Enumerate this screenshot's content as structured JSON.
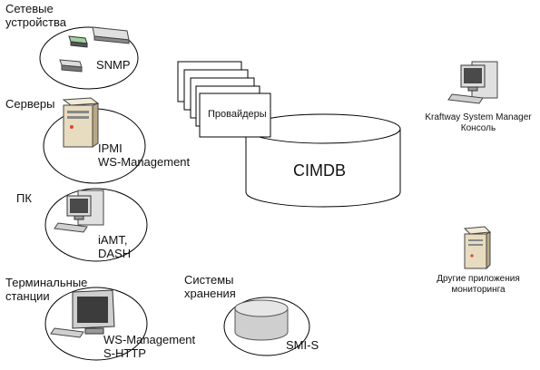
{
  "groups": {
    "network": {
      "title_l1": "Сетевые",
      "title_l2": "устройства",
      "protocol": "SNMP"
    },
    "servers": {
      "title": "Серверы",
      "protocol_l1": "IPMI",
      "protocol_l2": "WS-Management"
    },
    "pc": {
      "title": "ПК",
      "protocol_l1": "iAMT,",
      "protocol_l2": "DASH"
    },
    "terminals": {
      "title_l1": "Терминальные",
      "title_l2": "станции",
      "protocol_l1": "WS-Management",
      "protocol_l2": "S-HTTP"
    },
    "storage": {
      "title_l1": "Системы",
      "title_l2": "хранения",
      "protocol": "SMI-S"
    }
  },
  "center": {
    "providers_label": "Провайдеры",
    "db_label": "CIMDB"
  },
  "right": {
    "console_l1": "Kraftway System Manager",
    "console_l2": "Консоль",
    "other_l1": "Другие приложения",
    "other_l2": "мониторинга"
  },
  "colors": {
    "line": "#000000",
    "device_light": "#d9d9d9",
    "device_dark": "#6f6f6f",
    "server_beige": "#e8dcc0",
    "screen": "#4a4a4a"
  }
}
